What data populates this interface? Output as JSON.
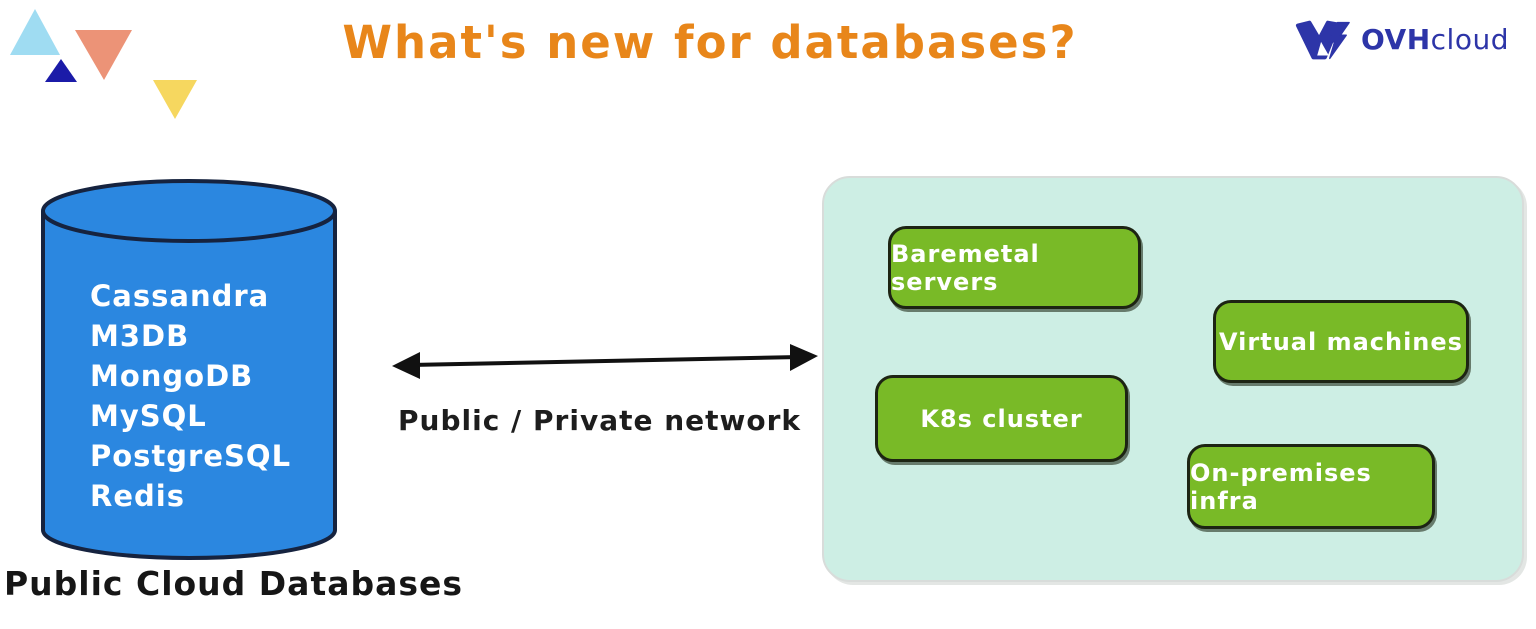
{
  "title": "What's new for databases?",
  "title_color": "#e8861a",
  "brand": {
    "bold": "OVH",
    "light": "cloud",
    "color": "#2d35a8"
  },
  "decorations": {
    "triangles": [
      {
        "name": "light-blue-up",
        "color": "#9fdcf2"
      },
      {
        "name": "navy-up",
        "color": "#1b1ba8"
      },
      {
        "name": "salmon-down",
        "color": "#ec9377"
      },
      {
        "name": "yellow-down",
        "color": "#f6d75f"
      }
    ]
  },
  "database_cylinder": {
    "fill_color": "#2b87e0",
    "outline_color": "#16233f",
    "engines": [
      "Cassandra",
      "M3DB",
      "MongoDB",
      "MySQL",
      "PostgreSQL",
      "Redis"
    ],
    "caption": "Public Cloud Databases"
  },
  "network_link": {
    "label": "Public / Private network",
    "arrow_color": "#111111"
  },
  "infrastructure_panel": {
    "background_color": "#cdeee4",
    "box_color": "#79ba27",
    "boxes": [
      {
        "label": "Baremetal servers"
      },
      {
        "label": "Virtual machines"
      },
      {
        "label": "K8s cluster"
      },
      {
        "label": "On-premises infra"
      }
    ]
  }
}
